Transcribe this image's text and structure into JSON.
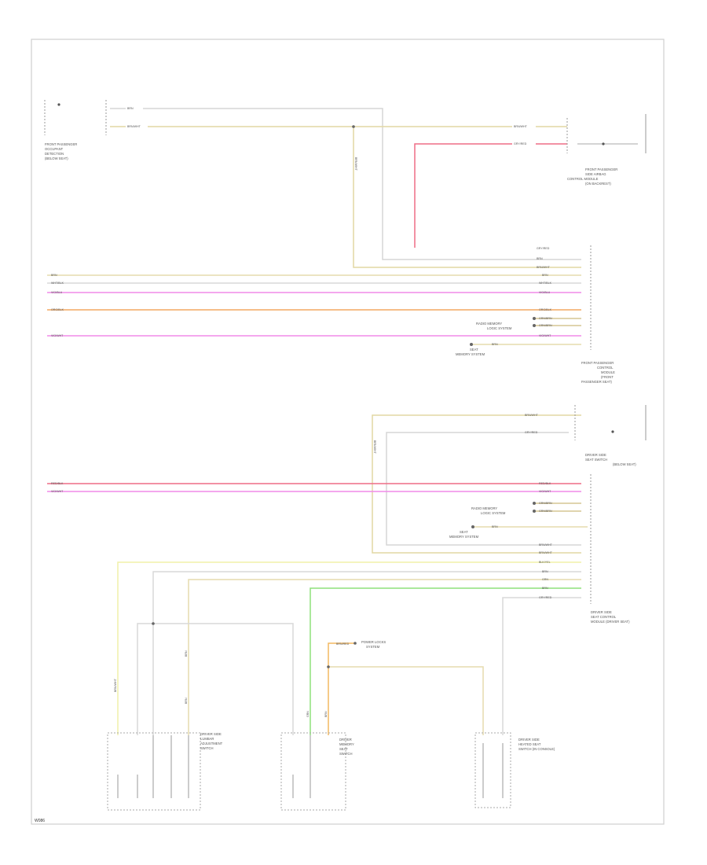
{
  "colors": {
    "frame": "#cfcfcf",
    "component": "#999999",
    "wire_gray": "#d4d4d4",
    "wire_tan": "#e2d7a4",
    "wire_yellow": "#f0f0a8",
    "wire_red": "#ee6d86",
    "wire_pink": "#f08ae8",
    "wire_orange": "#f4a860",
    "wire_green": "#8ee07a",
    "wire_brown": "#d6c694"
  },
  "footer": {
    "code": "W086"
  },
  "components": [
    {
      "id": "c1",
      "label_lines": [
        "FRONT PASSENGER",
        "OCCUPANT",
        "DETECTION",
        "(BELOW SEAT)"
      ]
    },
    {
      "id": "c2",
      "label_lines": [
        "FRONT PASSENGER",
        "SIDE AIRBAG",
        "CONTROL MODULE",
        "(ON BACKREST)"
      ]
    },
    {
      "id": "c3",
      "label_lines": [
        "FRONT PASSENGER",
        "CONTROL",
        "MODULE",
        "(FRONT",
        "PASSENGER SEAT)"
      ]
    },
    {
      "id": "c4",
      "label_lines": [
        "DRIVER SIDE",
        "SEAT SWITCH",
        "(BELOW SEAT)"
      ]
    },
    {
      "id": "c5",
      "label_lines": [
        "DRIVER SIDE",
        "SEAT CONTROL",
        "MODULE (DRIVER SEAT)"
      ]
    },
    {
      "id": "c6",
      "label_lines": [
        "DRIVER SIDE",
        "LUMBAR",
        "ADJUSTMENT",
        "SWITCH"
      ]
    },
    {
      "id": "c7",
      "label_lines": [
        "DRIVER",
        "MEMORY",
        "SEAT",
        "SWITCH"
      ]
    },
    {
      "id": "c8",
      "label_lines": [
        "DRIVER SIDE",
        "HEATED SEAT",
        "SWITCH (IN CONSOLE)"
      ]
    }
  ],
  "notes": [
    {
      "id": "n1",
      "text": "RADIO MEMORY"
    },
    {
      "id": "n2",
      "text": "LOGIC SYSTEM"
    },
    {
      "id": "n3",
      "text": "SEAT"
    },
    {
      "id": "n4",
      "text": "MEMORY SYSTEM"
    },
    {
      "id": "n5",
      "text": "RADIO MEMORY"
    },
    {
      "id": "n6",
      "text": "LOGIC SYSTEM"
    },
    {
      "id": "n7",
      "text": "SEAT"
    },
    {
      "id": "n8",
      "text": "MEMORY SYSTEM"
    },
    {
      "id": "n9",
      "text": "POWER LOCKS"
    },
    {
      "id": "n10",
      "text": "SYSTEM"
    }
  ],
  "wire_labels": [
    {
      "id": "w1",
      "text": "BRN"
    },
    {
      "id": "w2",
      "text": "BRN/WHT"
    },
    {
      "id": "w3",
      "text": "BRN/WHT"
    },
    {
      "id": "w4",
      "text": "BRN/WHT"
    },
    {
      "id": "w5",
      "text": "GRY/RED"
    },
    {
      "id": "w6",
      "text": "GRY/RED"
    },
    {
      "id": "w7",
      "text": "BRN"
    },
    {
      "id": "w8",
      "text": "BRN/WHT"
    },
    {
      "id": "w9",
      "text": "BRN"
    },
    {
      "id": "w10",
      "text": "WHT/BLK"
    },
    {
      "id": "w11",
      "text": "VIO/BLU"
    },
    {
      "id": "w12",
      "text": "ORG/BLK"
    },
    {
      "id": "w13",
      "text": "VIO/WHT"
    },
    {
      "id": "w14",
      "text": "BRN"
    },
    {
      "id": "w15",
      "text": "WHT/BLK"
    },
    {
      "id": "w16",
      "text": "VIO/BLU"
    },
    {
      "id": "w17",
      "text": "ORG/BLK"
    },
    {
      "id": "w18",
      "text": "GRN/BRN"
    },
    {
      "id": "w19",
      "text": "GRN/BRN"
    },
    {
      "id": "w20",
      "text": "VIO/WHT"
    },
    {
      "id": "w21",
      "text": "BRN"
    },
    {
      "id": "w22",
      "text": "BRN/WHT"
    },
    {
      "id": "w23",
      "text": "GRY/RED"
    },
    {
      "id": "w24",
      "text": "BRN/WHT"
    },
    {
      "id": "w25",
      "text": "RED/BLK"
    },
    {
      "id": "w26",
      "text": "VIO/WHT"
    },
    {
      "id": "w27",
      "text": "RED/BLK"
    },
    {
      "id": "w28",
      "text": "VIO/WHT"
    },
    {
      "id": "w29",
      "text": "GRN/BRN"
    },
    {
      "id": "w30",
      "text": "GRN/BRN"
    },
    {
      "id": "w31",
      "text": "BRN"
    },
    {
      "id": "w32",
      "text": "BRN/WHT"
    },
    {
      "id": "w33",
      "text": "BRN/WHT"
    },
    {
      "id": "w34",
      "text": "BLK/YEL"
    },
    {
      "id": "w35",
      "text": "BRN"
    },
    {
      "id": "w36",
      "text": "GRN"
    },
    {
      "id": "w37",
      "text": "BRN"
    },
    {
      "id": "w38",
      "text": "GRY/RED"
    },
    {
      "id": "w39",
      "text": "BRN/WHT"
    },
    {
      "id": "w40",
      "text": "BRN"
    },
    {
      "id": "w41",
      "text": "BRN"
    },
    {
      "id": "w42",
      "text": "GRN"
    },
    {
      "id": "w43",
      "text": "BRN"
    },
    {
      "id": "w44",
      "text": "BRN/RED"
    }
  ]
}
